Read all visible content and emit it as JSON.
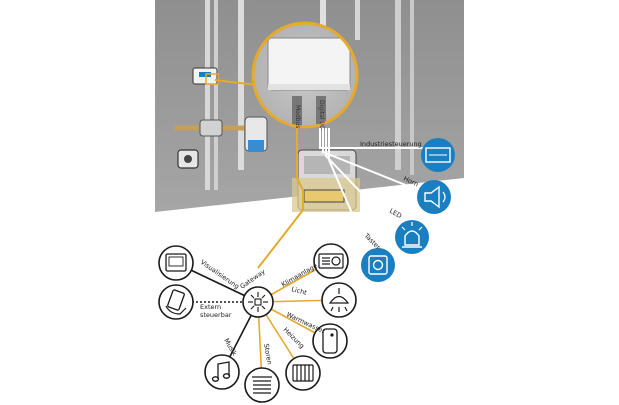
{
  "photo": {
    "modbus_label": "Modbus",
    "digital_io_label": "Digital I/O"
  },
  "outputs": [
    {
      "label": "Industriesteuerung",
      "icon": "industrial-controller-icon"
    },
    {
      "label": "Horn",
      "icon": "horn-icon"
    },
    {
      "label": "LED",
      "icon": "beacon-light-icon"
    },
    {
      "label": "Taster",
      "icon": "push-button-icon"
    }
  ],
  "hub": {
    "label": "Gateway",
    "nodes": [
      {
        "label": "Visualisierung",
        "icon": "display-panel-icon"
      },
      {
        "label": "Extern steuerbar",
        "line1": "Extern",
        "line2": "steuerbar",
        "icon": "tablet-hand-icon"
      },
      {
        "label": "Musik",
        "icon": "music-note-icon"
      },
      {
        "label": "Storen",
        "icon": "blinds-icon"
      },
      {
        "label": "Heizung",
        "icon": "radiator-icon"
      },
      {
        "label": "Warmwasser",
        "icon": "water-heater-icon"
      },
      {
        "label": "Licht",
        "icon": "ceiling-lamp-icon"
      },
      {
        "label": "Klimaanlage",
        "icon": "air-conditioner-icon"
      }
    ]
  },
  "colors": {
    "accent_yellow": "#e5a92b",
    "accent_blue": "#1a7fc1",
    "wall_gray": "#9a9a9a",
    "dark": "#1a1a1a"
  }
}
